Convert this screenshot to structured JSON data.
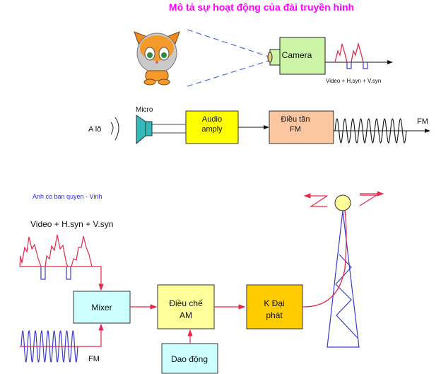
{
  "title": "Mô tả sự hoạt động của đài truyền hình",
  "camera_section": {
    "camera_label": "Camera",
    "signal_label": "Video + H.syn + V.syn"
  },
  "audio_section": {
    "source_label": "A lô",
    "micro_label": "Micro",
    "amp_label_line1": "Audio",
    "amp_label_line2": "amply",
    "fm_mod_line1": "Điều tần",
    "fm_mod_line2": "FM",
    "output_label": "FM"
  },
  "transmitter_section": {
    "copyright": "Anh co ban quyen - Vinh",
    "video_label": "Video + H.syn + V.syn",
    "mixer_label": "Mixer",
    "fm_input_label": "FM",
    "am_mod_line1": "Điều chế",
    "am_mod_line2": "AM",
    "amp_line1": "K Đại",
    "amp_line2": "phát",
    "oscillator_label": "Dao động"
  },
  "colors": {
    "title": "#ff00ff",
    "camera_box": "#ccf5a8",
    "audio_amp_box": "#ffff00",
    "fm_mod_box": "#fbc6a0",
    "mixer_box": "#ccffff",
    "am_mod_box": "#ffff99",
    "power_amp_box": "#ffcc00",
    "signal_red": "#e8264a",
    "signal_blue": "#3a3acc"
  }
}
